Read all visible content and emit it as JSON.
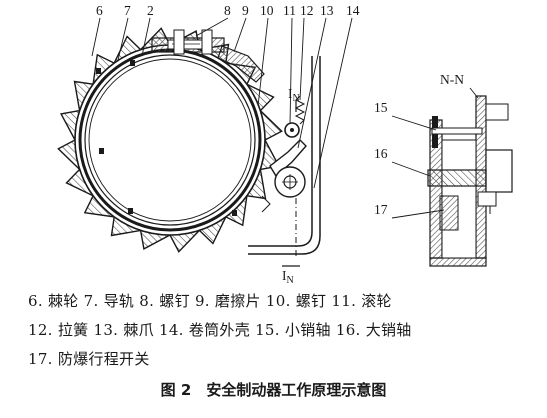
{
  "callouts": {
    "n6": "6",
    "n7": "7",
    "n2": "2",
    "n8": "8",
    "n9": "9",
    "n10": "10",
    "n11": "11",
    "n12": "12",
    "n13": "13",
    "n14": "14",
    "n15": "15",
    "n16": "16",
    "n17": "17"
  },
  "section_labels": {
    "top": "I",
    "top_sub": "N",
    "bottom": "I",
    "bottom_sub": "N",
    "section_view": "N-N"
  },
  "caption": {
    "line1": "6. 棘轮 7. 导轨 8. 螺钉 9. 磨擦片 10. 螺钉 11. 滚轮",
    "line2": "12. 拉簧 13. 棘爪 14. 卷筒外壳 15. 小销轴 16. 大销轴",
    "line3": "17. 防爆行程开关"
  },
  "figure_title": "图 2　安全制动器工作原理示意图",
  "colors": {
    "ink": "#1a1a1a",
    "hatch": "#555555"
  }
}
